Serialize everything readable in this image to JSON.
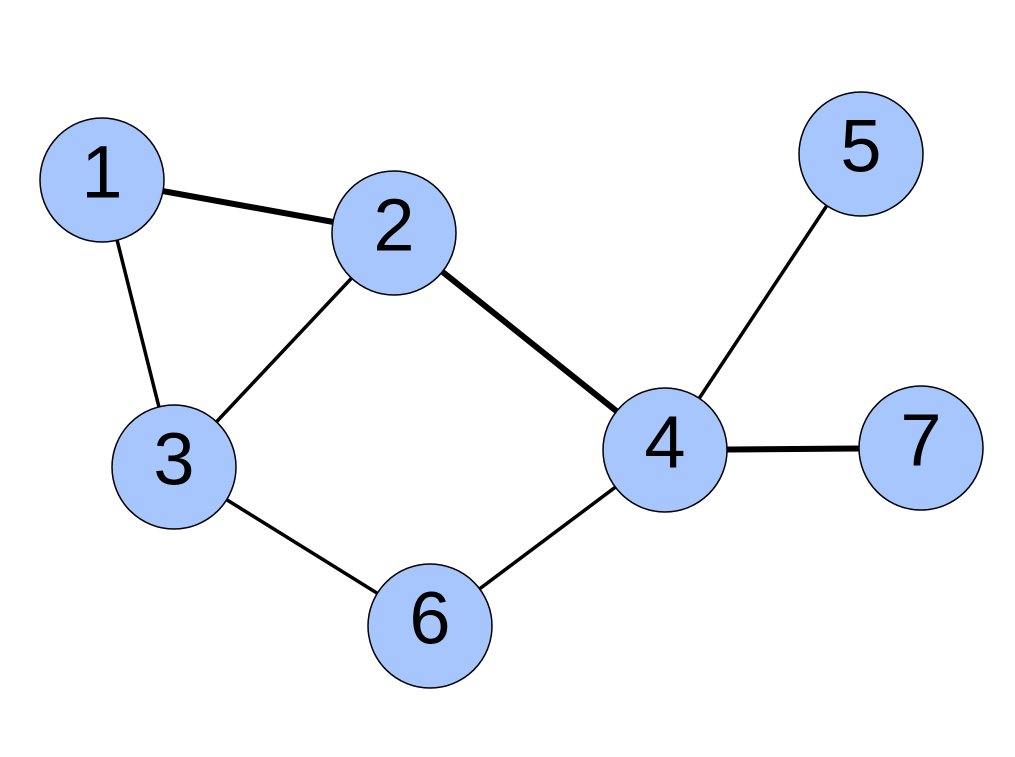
{
  "graph": {
    "node_fill": "#a6c6fd",
    "node_stroke": "#000000",
    "edge_color": "#000000",
    "nodes": [
      {
        "id": "1",
        "label": "1"
      },
      {
        "id": "2",
        "label": "2"
      },
      {
        "id": "3",
        "label": "3"
      },
      {
        "id": "4",
        "label": "4"
      },
      {
        "id": "5",
        "label": "5"
      },
      {
        "id": "6",
        "label": "6"
      },
      {
        "id": "7",
        "label": "7"
      }
    ],
    "edges": [
      {
        "from": "1",
        "to": "2",
        "weight": "thick"
      },
      {
        "from": "1",
        "to": "3",
        "weight": "normal"
      },
      {
        "from": "2",
        "to": "3",
        "weight": "normal"
      },
      {
        "from": "2",
        "to": "4",
        "weight": "thick"
      },
      {
        "from": "3",
        "to": "6",
        "weight": "normal"
      },
      {
        "from": "4",
        "to": "6",
        "weight": "normal"
      },
      {
        "from": "4",
        "to": "5",
        "weight": "normal"
      },
      {
        "from": "4",
        "to": "7",
        "weight": "thick"
      }
    ]
  }
}
